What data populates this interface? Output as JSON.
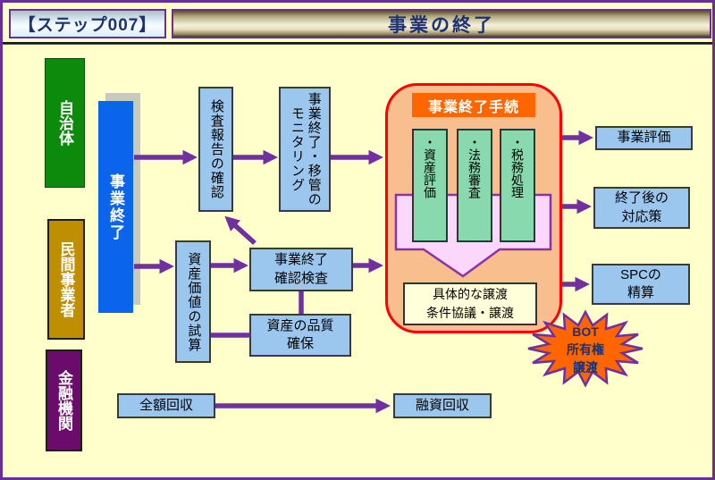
{
  "header": {
    "step_label": "【ステップ007】",
    "title": "事業の終了"
  },
  "lanes": [
    {
      "label": "自治体"
    },
    {
      "label": "民間事業者"
    },
    {
      "label": "金融機関"
    }
  ],
  "nodes": {
    "business_end": {
      "label": "事業終了"
    },
    "inspection_report": {
      "label": "検査報告の確認"
    },
    "monitoring": {
      "label": "事業終了・移管の\nモニタリング"
    },
    "asset_value": {
      "label": "資産価値の試算"
    },
    "end_confirm": {
      "label": "事業終了\n確認検査"
    },
    "asset_quality": {
      "label": "資産の品質\n確保"
    },
    "procedure": {
      "title": "事業終了手続",
      "items": [
        {
          "label": "・資産評価"
        },
        {
          "label": "・法務審査"
        },
        {
          "label": "・税務処理"
        }
      ],
      "transfer": {
        "label": "具体的な譲渡\n条件協議・譲渡"
      }
    },
    "evaluation": {
      "label": "事業評価"
    },
    "post_measures": {
      "label": "終了後の\n対応策"
    },
    "spc_settlement": {
      "label": "SPCの\n精算"
    },
    "full_recovery": {
      "label": "全額回収"
    },
    "loan_recovery": {
      "label": "融資回収"
    },
    "bot_transfer": {
      "label": "BOT\n所有権\n譲渡"
    }
  },
  "colors": {
    "page_background": "#FFFFCC",
    "frame_border": "#6B2E91",
    "arrow": "#7030A0",
    "lane_government": "#0B8A0B",
    "lane_private": "#BE8F00",
    "lane_finance": "#6B0B6B",
    "process_bar": "#0A64EC",
    "node_fill": "#9BC7EF",
    "procedure_fill": "#F8BE8E",
    "procedure_border": "#FF0000",
    "procedure_title_fill": "#FF6600",
    "procedure_item_fill": "#88D9AE",
    "pink_arrow_fill": "#FBD7FB",
    "starburst_fill": "#FF6600"
  }
}
